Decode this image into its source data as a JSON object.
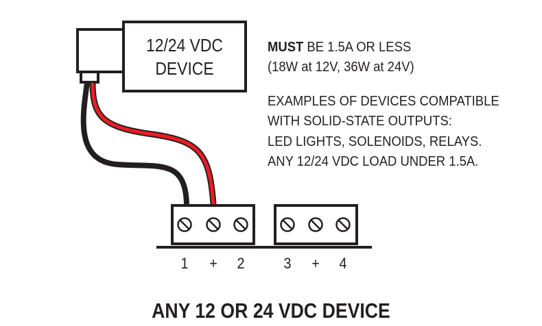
{
  "device": {
    "line1": "12/24 VDC",
    "line2": "DEVICE"
  },
  "notes": {
    "must_bold": "MUST",
    "must_rest": " BE 1.5A OR LESS",
    "power": "(18W at 12V, 36W at 24V)",
    "examples": [
      "EXAMPLES OF DEVICES COMPATIBLE",
      "WITH SOLID-STATE OUTPUTS:",
      "LED LIGHTS, SOLENOIDS, RELAYS.",
      "ANY 12/24 VDC LOAD UNDER 1.5A."
    ]
  },
  "terminals": {
    "labels": [
      "1",
      "+",
      "2",
      "3",
      "+",
      "4"
    ]
  },
  "wires": {
    "black_color": "#231f20",
    "red_color": "#ed1c24"
  },
  "title": "ANY 12 OR 24 VDC DEVICE"
}
